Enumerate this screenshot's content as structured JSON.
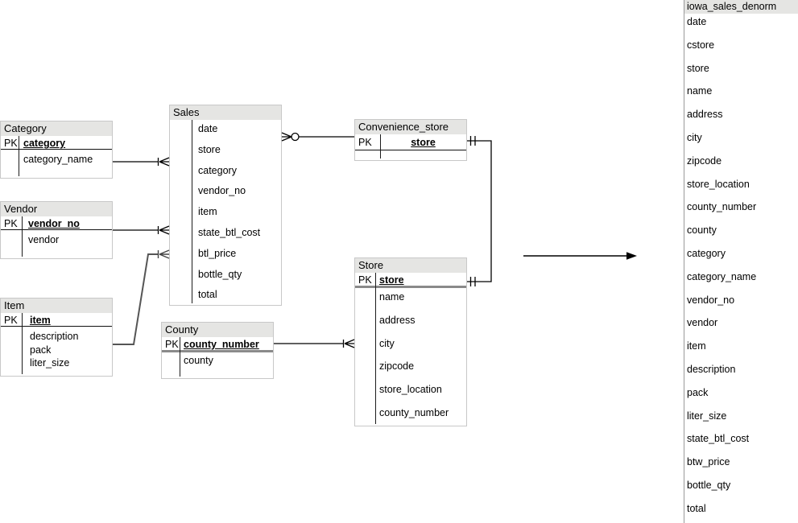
{
  "diagram_type": "entity-relationship",
  "colors": {
    "header_bg": "#e5e5e3",
    "table_border": "#c8c8c8",
    "connector": "#000000",
    "item_connector": "#555555",
    "thick_separator": "#8a8a8a"
  },
  "tables": {
    "category": {
      "title": "Category",
      "pk": "PK",
      "pk_field": "category",
      "fields": [
        "category_name"
      ]
    },
    "vendor": {
      "title": "Vendor",
      "pk": "PK",
      "pk_field": "vendor_no",
      "fields": [
        "vendor"
      ]
    },
    "item": {
      "title": "Item",
      "pk": "PK",
      "pk_field": "item",
      "fields": [
        "description",
        "pack",
        "liter_size"
      ]
    },
    "sales": {
      "title": "Sales",
      "fields": [
        "date",
        "store",
        "category",
        "vendor_no",
        "item",
        "state_btl_cost",
        "btl_price",
        "bottle_qty",
        "total"
      ]
    },
    "convenience_store": {
      "title": "Convenience_store",
      "pk": "PK",
      "pk_field": "store"
    },
    "store": {
      "title": "Store",
      "pk": "PK",
      "pk_field": "store",
      "fields": [
        "name",
        "address",
        "city",
        "zipcode",
        "store_location",
        "county_number"
      ]
    },
    "county": {
      "title": "County",
      "pk": "PK",
      "pk_field": "county_number",
      "fields": [
        "county"
      ]
    }
  },
  "relationships": [
    {
      "from": "Category",
      "to": "Sales",
      "cardinality": "one-to-many"
    },
    {
      "from": "Vendor",
      "to": "Sales",
      "cardinality": "one-to-many"
    },
    {
      "from": "Item",
      "to": "Sales",
      "cardinality": "one-to-many"
    },
    {
      "from": "Convenience_store",
      "to": "Sales",
      "cardinality": "one-to-zero-or-many"
    },
    {
      "from": "Convenience_store",
      "to": "Store",
      "cardinality": "one-to-one"
    },
    {
      "from": "County",
      "to": "Store",
      "cardinality": "one-to-many"
    }
  ],
  "denorm": {
    "title": "iowa_sales_denorm",
    "fields": [
      "date",
      "cstore",
      "store",
      "name",
      "address",
      "city",
      "zipcode",
      "store_location",
      "county_number",
      "county",
      "category",
      "category_name",
      "vendor_no",
      "vendor",
      "item",
      "description",
      "pack",
      "liter_size",
      "state_btl_cost",
      "btw_price",
      "bottle_qty",
      "total"
    ]
  }
}
